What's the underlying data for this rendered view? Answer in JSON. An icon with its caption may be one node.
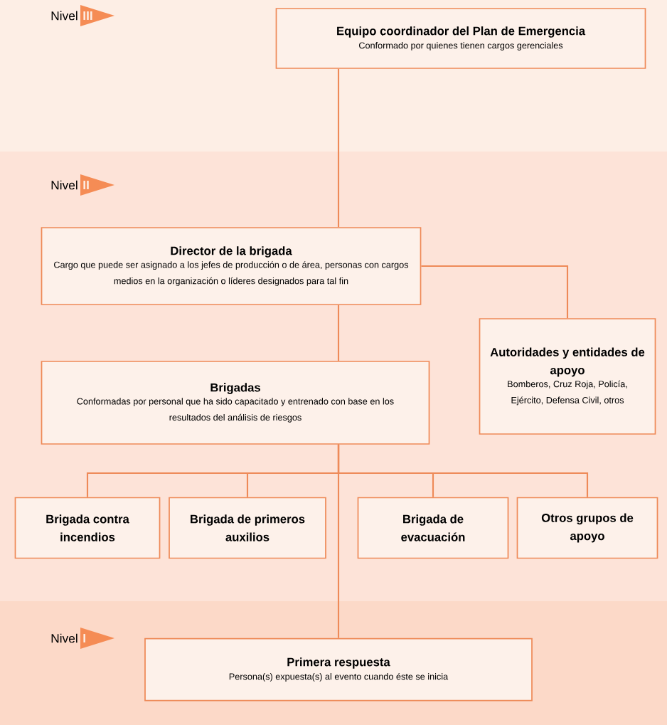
{
  "diagram": {
    "nodes": [
      {
        "text": [
          "Equipo coordinador del Plan de Emergencia",
          "Conformado por quienes tienen cargos gerenciales"
        ]
      },
      {
        "text": [
          "Director de la brigada",
          "Cargo que puede ser asignado a los jefes de producción o de área, personas con cargos medios en la organización o líderes designados para tal fin"
        ]
      },
      {
        "text": [
          "Autoridades y entidades de apoyo",
          "Bomberos, Cruz Roja, Policía, Ejército, Defensa Civil, otros"
        ]
      },
      {
        "text": [
          "Brigadas",
          "Conformadas por personal que ha sido capacitado y entrenado con base en los resultados del análisis de riesgos"
        ]
      },
      {
        "text": [
          "Brigada contra incendios"
        ]
      },
      {
        "text": [
          "Brigada de primeros auxilios"
        ]
      },
      {
        "text": [
          "Brigada de evacuación"
        ]
      },
      {
        "text": [
          "Otros grupos de apoyo"
        ]
      },
      {
        "text": [
          "Primera respuesta",
          "Persona(s) expuesta(s) al evento cuando éste se inicia"
        ]
      }
    ],
    "edges": [
      {
        "from": 0,
        "to": 1,
        "arrow": "none"
      },
      {
        "from": 1,
        "to": 2,
        "arrow": "none"
      },
      {
        "from": 1,
        "to": 3,
        "arrow": "none"
      },
      {
        "from": 3,
        "to": 4,
        "arrow": "none"
      },
      {
        "from": 3,
        "to": 5,
        "arrow": "none"
      },
      {
        "from": 3,
        "to": 6,
        "arrow": "none"
      },
      {
        "from": 3,
        "to": 7,
        "arrow": "none"
      },
      {
        "from": 3,
        "to": 8,
        "arrow": "none"
      }
    ],
    "labels": [
      "Nivel",
      "III",
      "Nivel",
      "II",
      "Nivel",
      "I"
    ]
  }
}
